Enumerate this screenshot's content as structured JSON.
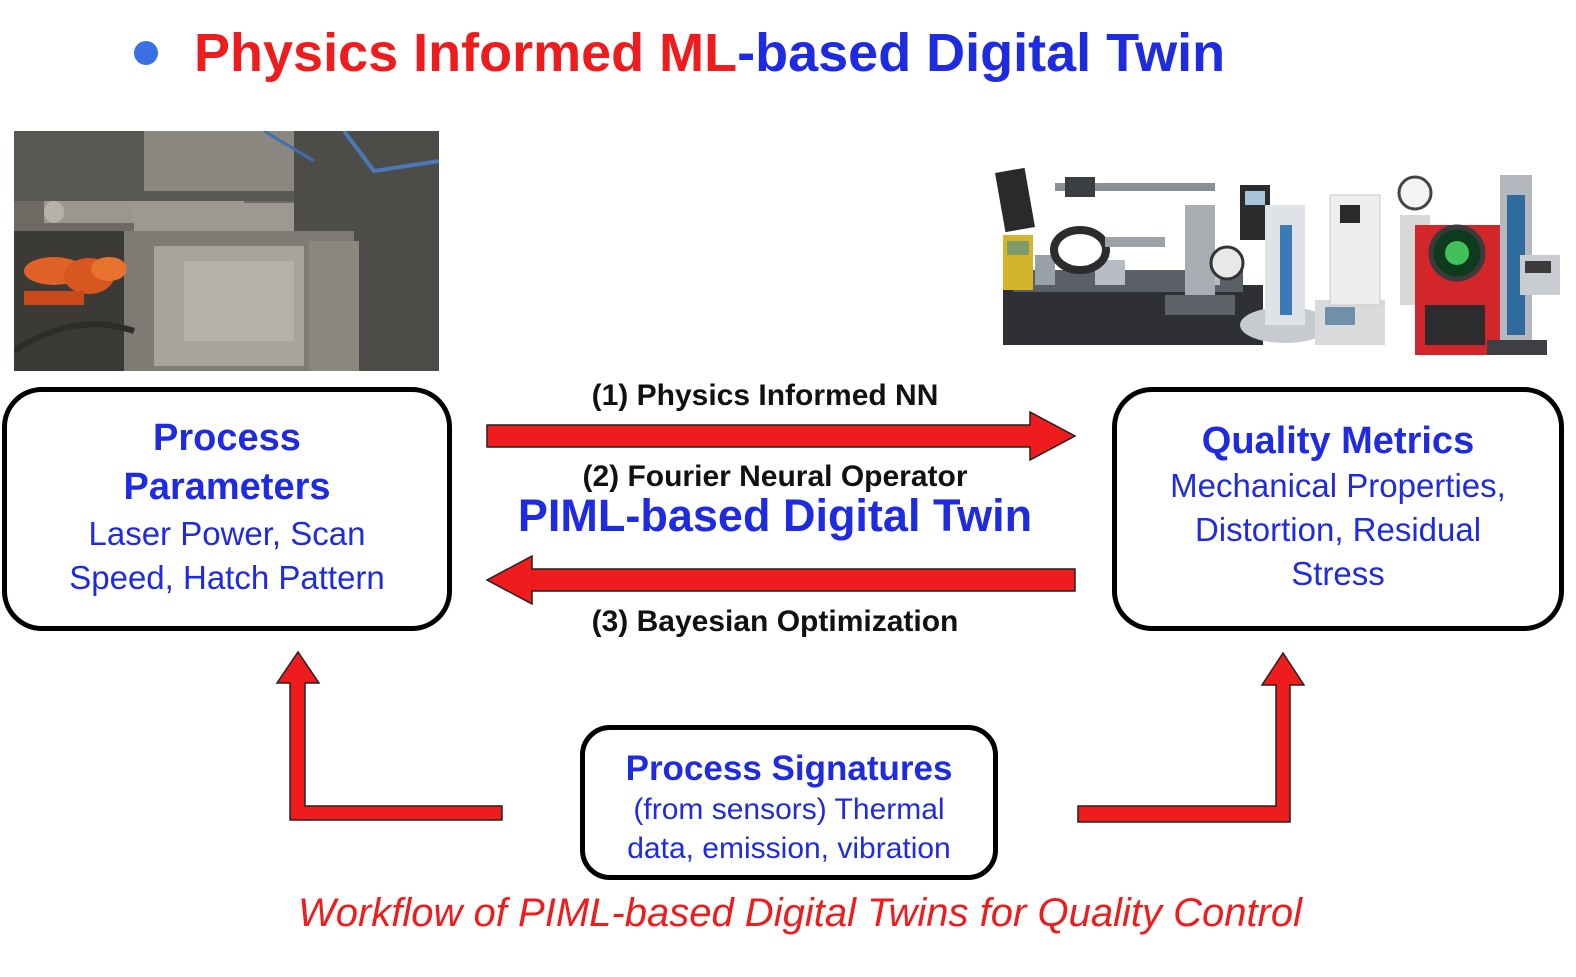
{
  "title": {
    "part1": "Physics Informed ML",
    "part2": "-based Digital Twin"
  },
  "images": {
    "left": "am-machine-photo",
    "right": "metrology-instruments-photo"
  },
  "process_params": {
    "heading_line1": "Process",
    "heading_line2": "Parameters",
    "body_line1": "Laser Power, Scan",
    "body_line2": "Speed, Hatch Pattern"
  },
  "quality_metrics": {
    "heading": "Quality Metrics",
    "body_line1": "Mechanical Properties,",
    "body_line2": "Distortion, Residual",
    "body_line3": "Stress"
  },
  "signatures": {
    "heading": "Process Signatures",
    "body_line1": "(from sensors) Thermal",
    "body_line2": "data, emission, vibration"
  },
  "arrows": {
    "label1": "(1) Physics Informed NN",
    "label2": "(2) Fourier Neural Operator",
    "center": "PIML-based Digital Twin",
    "label3": "(3) Bayesian Optimization"
  },
  "caption": "Workflow of PIML-based Digital Twins for Quality Control",
  "colors": {
    "arrow": "#ee1c1c",
    "text_blue": "#1f2be0",
    "title_red": "#ee1c1c",
    "bullet": "#3a6fe6"
  }
}
